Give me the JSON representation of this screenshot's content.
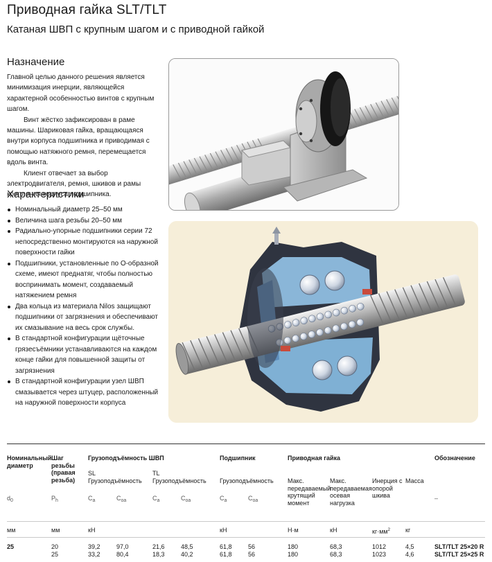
{
  "page": {
    "title": "Приводная гайка SLT/TLT",
    "subtitle": "Катаная ШВП с крупным шагом и с приводной гайкой"
  },
  "purpose": {
    "heading": "Назначение",
    "paragraphs": [
      "Главной целью данного решения является минимизация инерции, являющейся характерной особенностью винтов с крупным шагом.",
      "Винт жёстко зафиксирован в раме машины. Шариковая гайка, вращающаяся внутри корпуса подшипника и приводимая с помощью натяжного ремня, перемещается вдоль винта.",
      "Клиент отвечает за выбор электродвигателя, ремня, шкивов и рамы крепления корпуса подшипника."
    ]
  },
  "features": {
    "heading": "Характеристики",
    "items": [
      "Номинальный диаметр 25–50 мм",
      "Величина шага резьбы 20–50 мм",
      "Радиально-упорные подшипники серии 72 непосредственно монтируются на наружной поверхности гайки",
      "Подшипники, установленные по О-образной схеме, имеют преднатяг, чтобы полностью воспринимать момент, создаваемый натяжением ремня",
      "Два кольца из материала Nilos защищают подшипники от загрязнения и обеспечивают их смазывание на весь срок службы.",
      "В стандартной конфигурации щёточные грязесъёмники устанавливаются на каждом конце гайки для повышенной защиты от загрязнения",
      "В стандартной конфигурации узел ШВП смазывается через штуцер, расположенный на наружной поверхности корпуса"
    ]
  },
  "table": {
    "headers": {
      "nominal_diameter": "Номинальный диаметр",
      "lead": "Шаг резьбы (правая резьба)",
      "load_capacity": "Грузоподъёмность ШВП",
      "bearing": "Подшипник",
      "drive_nut": "Приводная гайка",
      "designation": "Обозначение"
    },
    "subheaders": {
      "sl": "SL",
      "sl_label": "Грузоподъёмность",
      "tl": "TL",
      "tl_label": "Грузоподъёмность",
      "bearing_label": "Грузоподъёмность",
      "max_torque": "Макс. передаваемый крутящий момент",
      "max_axial": "Макс. передаваемая осевая нагрузка",
      "inertia": "Инерция с опорой шкива",
      "mass": "Масса"
    },
    "symbols": {
      "d": "d",
      "d_sub": "0",
      "p": "P",
      "p_sub": "h",
      "c1": "C",
      "c1_sub": "a",
      "c2": "C",
      "c2_sub": "oa",
      "c3": "C",
      "c3_sub": "a",
      "c4": "C",
      "c4_sub": "oa",
      "c5": "C",
      "c5_sub": "a",
      "c6": "C",
      "c6_sub": "oa",
      "dash": "–"
    },
    "units": {
      "d": "мм",
      "p": "мм",
      "load": "кН",
      "bearing": "кН",
      "torque": "Н·м",
      "axial": "кН",
      "inertia": "кг·мм",
      "inertia_sup": "2",
      "mass": "кг"
    },
    "rows": [
      {
        "d": "25",
        "ph": "20",
        "sl_ca": "39,2",
        "sl_coa": "97,0",
        "tl_ca": "21,6",
        "tl_coa": "48,5",
        "b_ca": "61,8",
        "b_coa": "56",
        "torque": "180",
        "axial": "68,3",
        "inertia": "1012",
        "mass": "4,5",
        "designation": "SLT/TLT 25×20 R"
      },
      {
        "d": "",
        "ph": "25",
        "sl_ca": "33,2",
        "sl_coa": "80,4",
        "tl_ca": "18,3",
        "tl_coa": "40,2",
        "b_ca": "61,8",
        "b_coa": "56",
        "torque": "180",
        "axial": "68,3",
        "inertia": "1023",
        "mass": "4,6",
        "designation": "SLT/TLT 25×25 R"
      }
    ]
  }
}
